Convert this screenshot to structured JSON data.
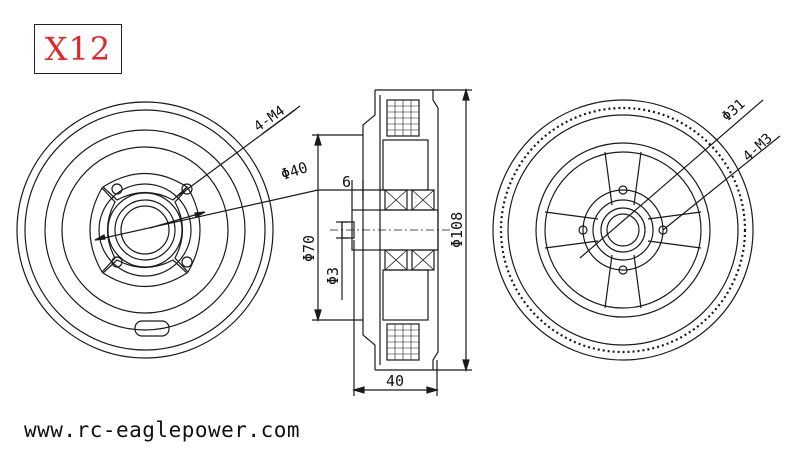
{
  "title": "X12",
  "website": "www.rc-eaglepower.com",
  "colors": {
    "title": "#e3262b",
    "line": "#1a1a1a"
  },
  "dimensions": {
    "left_thread": "4-M4",
    "left_diameter": "Φ40",
    "width_6": "6",
    "diameter_70": "Φ70",
    "shaft_3": "Φ3",
    "diameter_108": "Φ108",
    "width_40": "40",
    "right_diameter": "Φ31",
    "right_thread": "4-M3"
  }
}
